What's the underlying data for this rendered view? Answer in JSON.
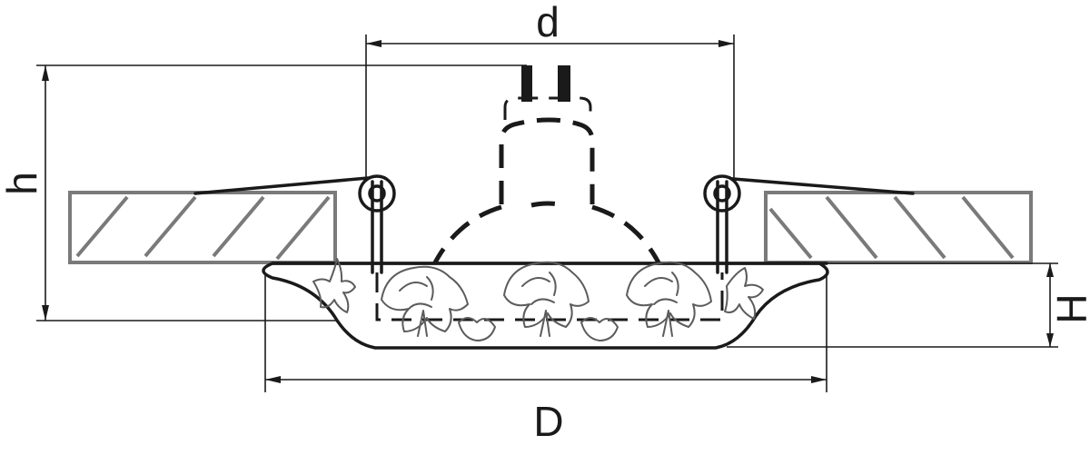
{
  "labels": {
    "d": "d",
    "h": "h",
    "H": "H",
    "D": "D"
  },
  "icons": {
    "lamp": "gu10-lamp-icon",
    "clip": "spring-clip-icon"
  },
  "colors": {
    "ink": "#1a1a1a",
    "ceiling": "#7a7a7a",
    "crystal": "#5c5c5c"
  }
}
